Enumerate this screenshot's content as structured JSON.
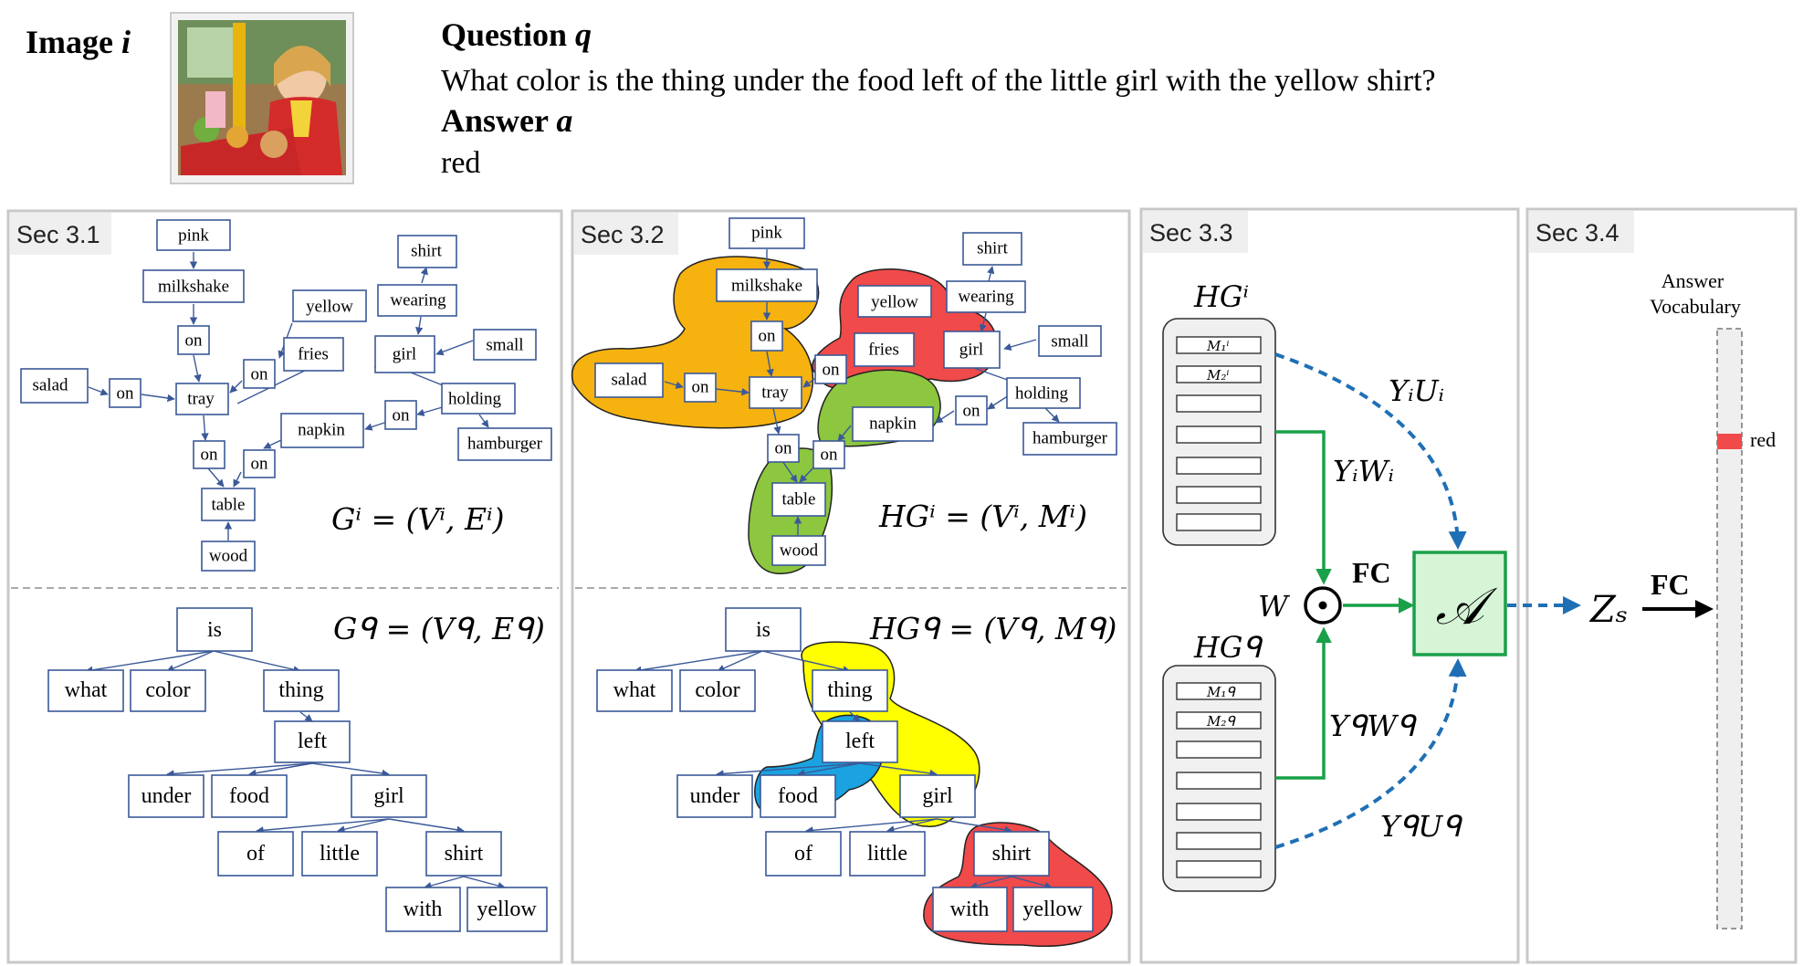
{
  "header": {
    "image_label": "Image",
    "image_symbol": "i",
    "question_label": "Question",
    "question_symbol": "q",
    "question_text": "What color is the thing under the food left of the little girl with the yellow shirt?",
    "answer_label": "Answer",
    "answer_symbol": "a",
    "answer_text": "red"
  },
  "sections": {
    "s1": "Sec 3.1",
    "s2": "Sec 3.2",
    "s3": "Sec 3.3",
    "s4": "Sec 3.4"
  },
  "formulas": {
    "gi": "Gⁱ = (Vⁱ, Eⁱ)",
    "gq": "Gᑫ = (Vᑫ, Eᑫ)",
    "hgi": "HGⁱ = (Vⁱ, Mⁱ)",
    "hgq": "HGᑫ = (Vᑫ, Mᑫ)"
  },
  "image_graph_nodes": [
    "pink",
    "milkshake",
    "on",
    "yellow",
    "fries",
    "on",
    "salad",
    "on",
    "tray",
    "on",
    "on",
    "napkin",
    "on",
    "table",
    "wood",
    "shirt",
    "wearing",
    "girl",
    "small",
    "holding",
    "hamburger"
  ],
  "question_graph_nodes": [
    "is",
    "what",
    "color",
    "thing",
    "left",
    "under",
    "food",
    "girl",
    "of",
    "little",
    "shirt",
    "with",
    "yellow"
  ],
  "sec33": {
    "hg_i": "HGⁱ",
    "hg_q": "HGᑫ",
    "m1_i": "M₁ⁱ",
    "m2_i": "M₂ⁱ",
    "m1_q": "M₁ᑫ",
    "m2_q": "M₂ᑫ",
    "yiui": "YᵢUᵢ",
    "yiwi": "YᵢWᵢ",
    "yqwq": "YᑫWᑫ",
    "yquq": "YᑫUᑫ",
    "w": "W",
    "fc": "FC",
    "attn": "𝒜"
  },
  "sec34": {
    "zs": "Zₛ",
    "fc": "FC",
    "vocab_title_1": "Answer",
    "vocab_title_2": "Vocabulary",
    "highlight_word": "red"
  },
  "colors": {
    "orange": "#f6b20e",
    "red": "#f04a4a",
    "green": "#8dc63f",
    "yellow": "#ffff00",
    "blue": "#1aa3e0",
    "arrow_blue": "#1f6fb5",
    "fc_green": "#19a049"
  }
}
